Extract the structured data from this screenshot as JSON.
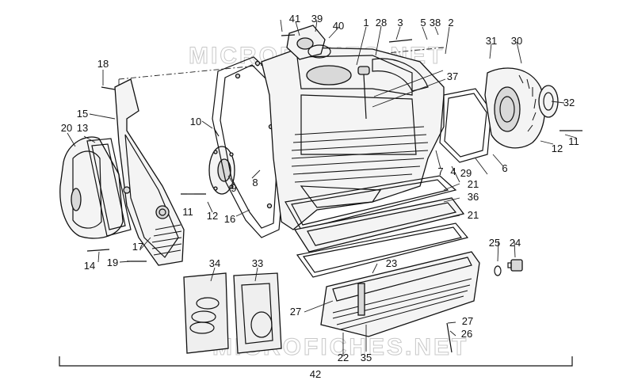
{
  "watermark": {
    "top_text": "MICROFICHES.NET",
    "bottom_text": "MICROFICHES.NET"
  },
  "callouts": {
    "c1": "1",
    "c2": "2",
    "c3": "3",
    "c4": "4",
    "c5": "5",
    "c6": "6",
    "c7": "7",
    "c8": "8",
    "c9": "9",
    "c10": "10",
    "c11a": "11",
    "c11b": "11",
    "c12a": "12",
    "c12b": "12",
    "c13": "13",
    "c14": "14",
    "c15": "15",
    "c16": "16",
    "c17": "17",
    "c18": "18",
    "c19": "19",
    "c20": "20",
    "c21a": "21",
    "c21b": "21",
    "c22": "22",
    "c23": "23",
    "c24": "24",
    "c25": "25",
    "c26": "26",
    "c27a": "27",
    "c27b": "27",
    "c28": "28",
    "c29": "29",
    "c30": "30",
    "c31": "31",
    "c32": "32",
    "c33": "33",
    "c34": "34",
    "c35": "35",
    "c36": "36",
    "c37": "37",
    "c38": "38",
    "c39": "39",
    "c40": "40",
    "c41": "41",
    "c42": "42"
  }
}
